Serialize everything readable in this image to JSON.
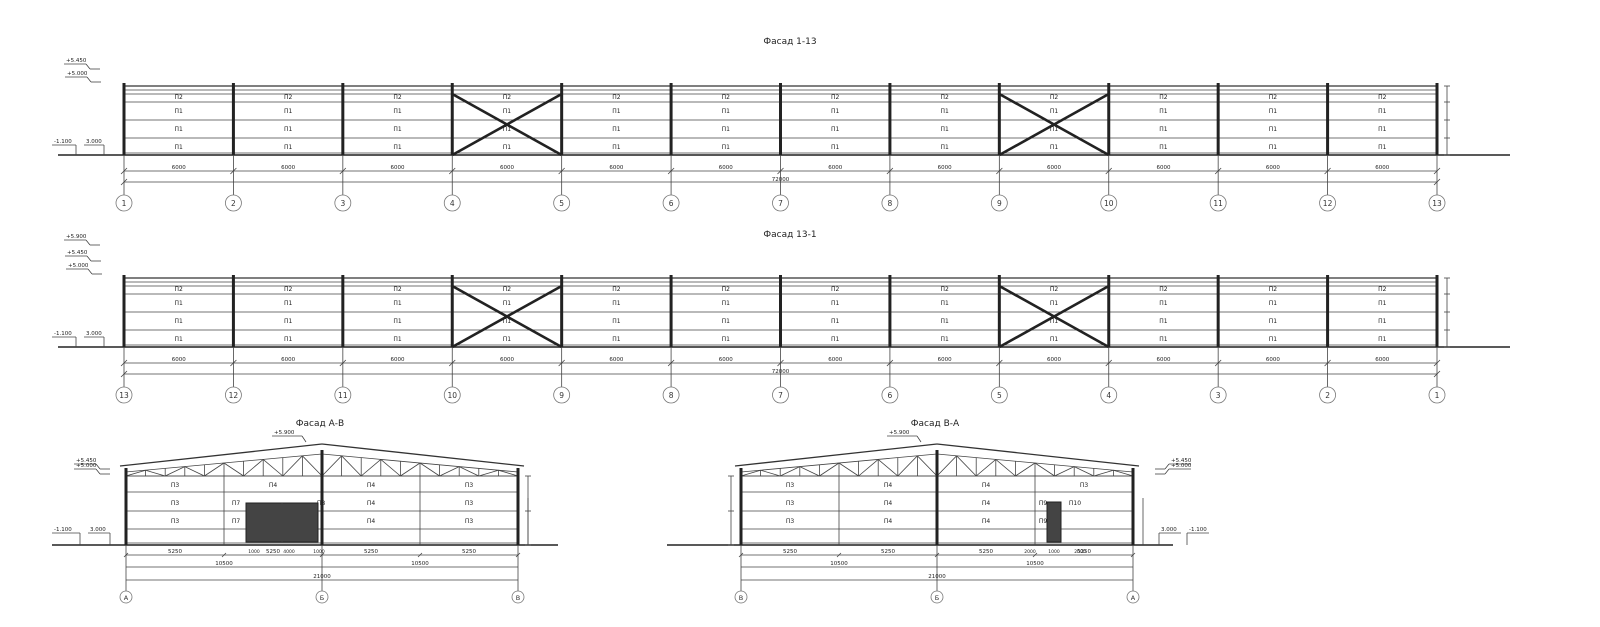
{
  "facades": [
    {
      "id": "f1",
      "title": "Фасад 1-13",
      "axes": [
        "1",
        "2",
        "3",
        "4",
        "5",
        "6",
        "7",
        "8",
        "9",
        "10",
        "11",
        "12",
        "13"
      ],
      "bay_dimension": "6000",
      "total_dimension": "72000",
      "levels_left": [
        "+5.450",
        "+5.000"
      ],
      "levels_left_bottom": [
        "-1.100",
        "3.000"
      ],
      "panel_rows": [
        [
          "П2",
          "П2",
          "П2",
          "П2",
          "П2",
          "П2",
          "П2",
          "П2",
          "П2",
          "П2",
          "П2",
          "П2"
        ],
        [
          "П1",
          "П1",
          "П1",
          "П1",
          "П1",
          "П1",
          "П1",
          "П1",
          "П1",
          "П1",
          "П1",
          "П1"
        ],
        [
          "П1",
          "П1",
          "П1",
          "П1",
          "П1",
          "П1",
          "П1",
          "П1",
          "П1",
          "П1",
          "П1",
          "П1"
        ],
        [
          "П1",
          "П1",
          "П1",
          "П1",
          "П1",
          "П1",
          "П1",
          "П1",
          "П1",
          "П1",
          "П1",
          "П1"
        ]
      ],
      "braced_bays": [
        3,
        8
      ]
    },
    {
      "id": "f2",
      "title": "Фасад 13-1",
      "axes": [
        "13",
        "12",
        "11",
        "10",
        "9",
        "8",
        "7",
        "6",
        "5",
        "4",
        "3",
        "2",
        "1"
      ],
      "bay_dimension": "6000",
      "total_dimension": "72000",
      "levels_left": [
        "+5.900",
        "+5.450",
        "+5.000"
      ],
      "levels_left_bottom": [
        "-1.100",
        "3.000"
      ],
      "panel_rows": [
        [
          "П2",
          "П2",
          "П2",
          "П2",
          "П2",
          "П2",
          "П2",
          "П2",
          "П2",
          "П2",
          "П2",
          "П2"
        ],
        [
          "П1",
          "П1",
          "П1",
          "П1",
          "П1",
          "П1",
          "П1",
          "П1",
          "П1",
          "П1",
          "П1",
          "П1"
        ],
        [
          "П1",
          "П1",
          "П1",
          "П1",
          "П1",
          "П1",
          "П1",
          "П1",
          "П1",
          "П1",
          "П1",
          "П1"
        ],
        [
          "П1",
          "П1",
          "П1",
          "П1",
          "П1",
          "П1",
          "П1",
          "П1",
          "П1",
          "П1",
          "П1",
          "П1"
        ]
      ],
      "braced_bays": [
        3,
        8
      ]
    },
    {
      "id": "f3",
      "title": "Фасад А-В",
      "axes": [
        "А",
        "Б",
        "В"
      ],
      "half_dimension": "10500",
      "total_dimension": "21000",
      "sub_dims": [
        "5250",
        "5250",
        "5250",
        "5250"
      ],
      "door_dims": [
        "1000",
        "4000",
        "1000"
      ],
      "levels_top": "+5.900",
      "levels_left": [
        "+5.450",
        "+5.000"
      ],
      "levels_left_bottom": [
        "-1.100",
        "3.000"
      ],
      "panel_rows": [
        [
          "П3",
          "П4",
          "П4",
          "П3"
        ],
        [
          "П3",
          "П7",
          "П4",
          "П3"
        ],
        [
          "П3",
          "П7",
          "П4",
          "П3"
        ]
      ],
      "door_labels": [
        "П7",
        "П8"
      ]
    },
    {
      "id": "f4",
      "title": "Фасад В-А",
      "axes": [
        "В",
        "Б",
        "А"
      ],
      "half_dimension": "10500",
      "total_dimension": "21000",
      "sub_dims": [
        "5250",
        "5250",
        "5250",
        "5250"
      ],
      "door_dims": [
        "2000",
        "1000",
        "2000"
      ],
      "levels_top": "+5.900",
      "levels_right": [
        "+5.450",
        "+5.000"
      ],
      "levels_right_bottom": [
        "3.000",
        "-1.100"
      ],
      "panel_rows": [
        [
          "П3",
          "П4",
          "П4",
          "П3"
        ],
        [
          "П3",
          "П4",
          "П4",
          "П9"
        ],
        [
          "П3",
          "П4",
          "П4",
          "П9"
        ]
      ],
      "door_labels": [
        "П9",
        "П10"
      ]
    }
  ]
}
